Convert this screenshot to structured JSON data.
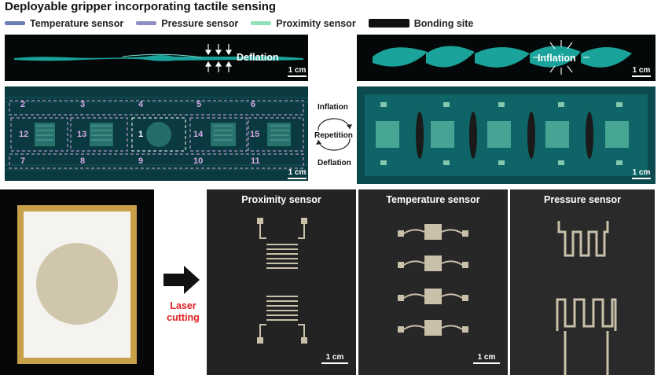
{
  "title": "Deployable gripper incorporating tactile sensing",
  "legend": [
    {
      "label": "Temperature sensor",
      "color": "#6b7fae"
    },
    {
      "label": "Pressure sensor",
      "color": "#8f8fc4"
    },
    {
      "label": "Proximity sensor",
      "color": "#8fe3b6"
    },
    {
      "label": "Bonding site",
      "color": "#111111"
    }
  ],
  "panels": {
    "deflation_label": "Deflation",
    "inflation_label": "Inflation",
    "scale_label": "1 cm",
    "sensor_numbers": [
      "2",
      "3",
      "4",
      "5",
      "6",
      "12",
      "13",
      "1",
      "14",
      "15",
      "7",
      "8",
      "9",
      "10",
      "11"
    ]
  },
  "cycle": {
    "top": "Inflation",
    "middle": "Repetition",
    "bottom": "Deflation"
  },
  "process": {
    "laser_line1": "Laser",
    "laser_line2": "cutting"
  },
  "sensors": {
    "proximity": "Proximity sensor",
    "temperature": "Temperature sensor",
    "pressure": "Pressure sensor"
  },
  "colors": {
    "teal": "#1fa6a0",
    "dashed_pink": "#d6a8e6",
    "dashed_white": "#ffffff",
    "laser_red": "#e02020"
  }
}
